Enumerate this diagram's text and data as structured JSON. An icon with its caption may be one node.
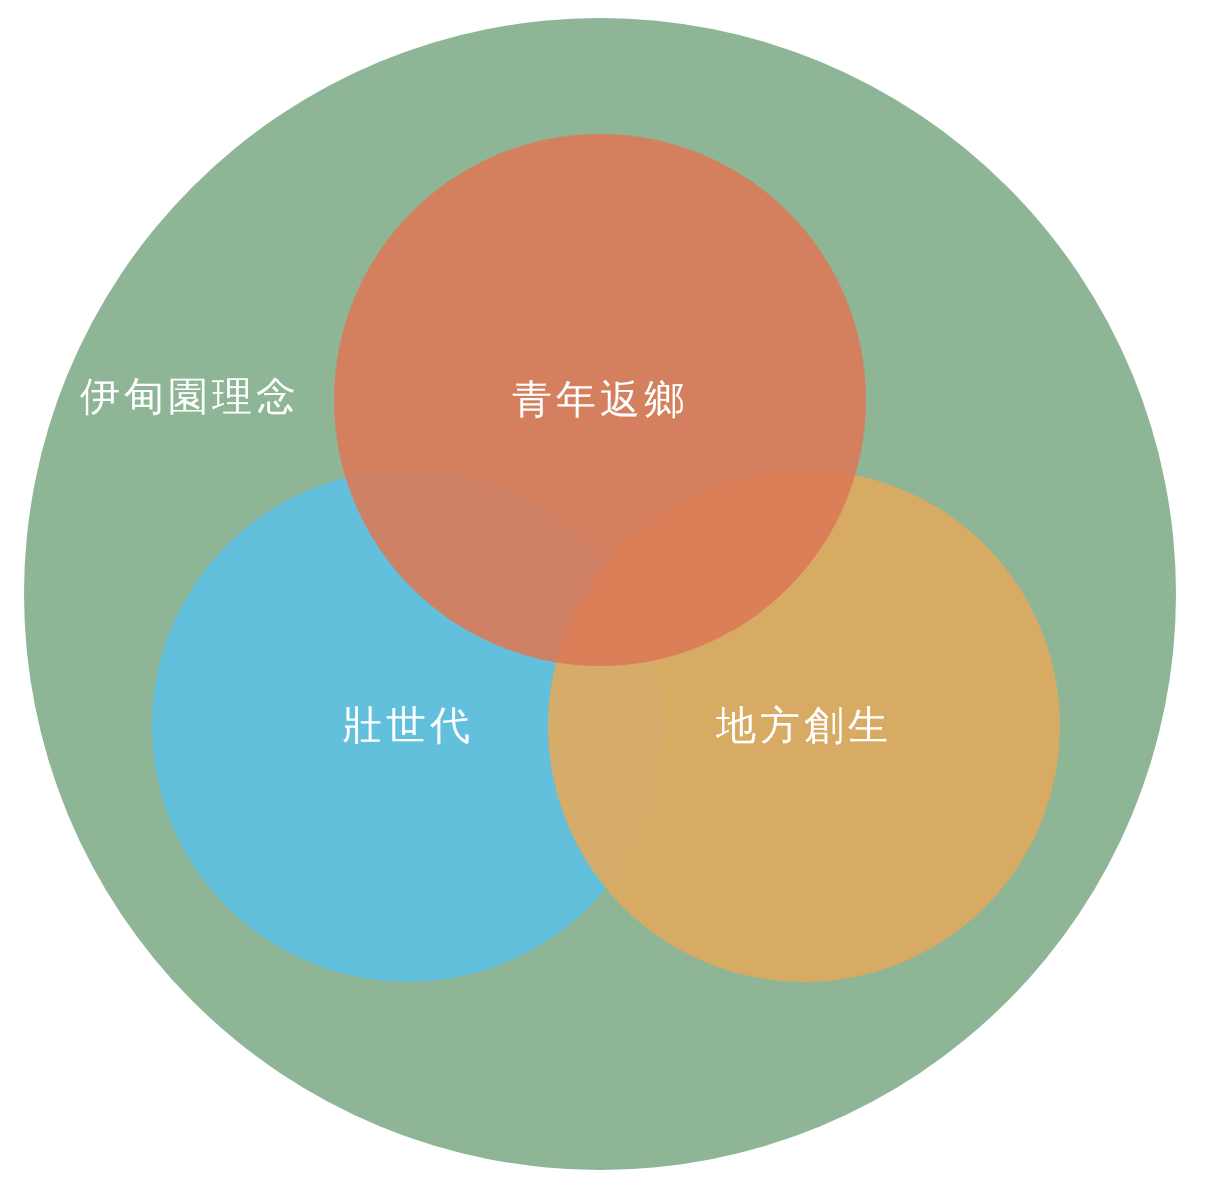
{
  "diagram": {
    "nodes": [
      {
        "text": [
          "伊甸園理念"
        ]
      },
      {
        "text": [
          "青年返鄉"
        ],
        "in": 0
      },
      {
        "text": [
          "壯世代"
        ],
        "in": 0
      },
      {
        "text": [
          "地方創生"
        ],
        "in": 0
      }
    ]
  }
}
